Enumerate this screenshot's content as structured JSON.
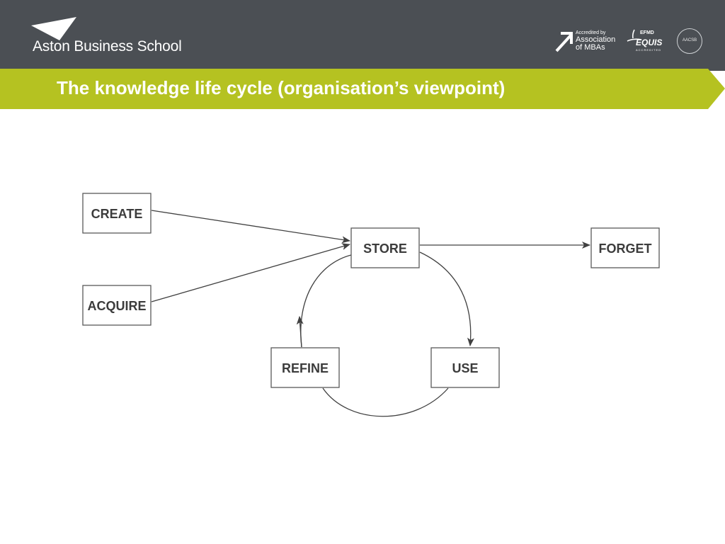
{
  "header": {
    "school_name": "Aston Business School",
    "accreditations": {
      "amba_small": "Accredited by",
      "amba_line1": "Association",
      "amba_line2": "of MBAs",
      "equis_top": "EFMD",
      "equis_main": "EQUIS",
      "equis_sub": "ACCREDITED",
      "aacsb": "AACSB"
    }
  },
  "title": "The knowledge life cycle (organisation’s viewpoint)",
  "diagram": {
    "nodes": {
      "create": "CREATE",
      "acquire": "ACQUIRE",
      "store": "STORE",
      "forget": "FORGET",
      "refine": "REFINE",
      "use": "USE"
    },
    "edges": [
      [
        "CREATE",
        "STORE"
      ],
      [
        "ACQUIRE",
        "STORE"
      ],
      [
        "STORE",
        "FORGET"
      ],
      [
        "STORE",
        "USE"
      ],
      [
        "USE",
        "REFINE"
      ],
      [
        "REFINE",
        "STORE"
      ]
    ]
  },
  "colors": {
    "header": "#4b4f54",
    "title_band": "#b5c221",
    "box_border": "#595959",
    "text": "#3c3c3c"
  }
}
